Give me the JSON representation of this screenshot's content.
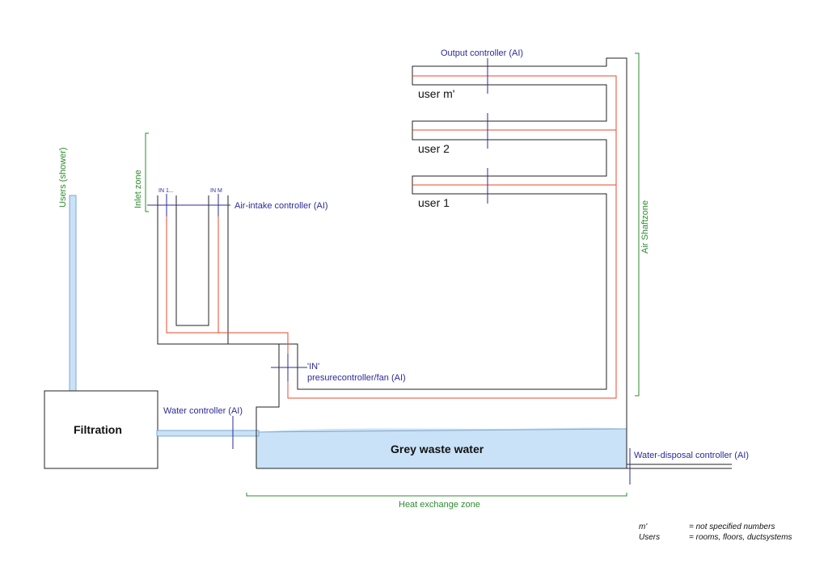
{
  "colors": {
    "line": "#222222",
    "air_red": "#e8482c",
    "controller_blue": "#2b2b9a",
    "zone_green": "#2e8b2e",
    "water_fill": "#c9e2f7",
    "water_stroke": "#7fa8cc"
  },
  "labels": {
    "output_controller": "Output controller  (AI)",
    "user_m": "user m'",
    "user_2": "user 2",
    "user_1": "user 1",
    "users_shower": "Users (shower)",
    "inlet_zone": "Inlet zone",
    "in_1": "IN 1...",
    "in_m": "IN M",
    "air_intake_controller": "Air-intake controller  (AI)",
    "air_shaftzone": "Air Shaftzone",
    "in_quote": "'IN'",
    "pressure_controller": "presurecontroller/fan   (AI)",
    "water_controller": "Water controller  (AI)",
    "filtration": "Filtration",
    "grey_waste_water": "Grey waste water",
    "water_disposal_controller": "Water-disposal controller  (AI)",
    "heat_exchange_zone": "Heat exchange zone"
  },
  "legend": [
    {
      "term": "m'",
      "definition": "= not specified numbers"
    },
    {
      "term": "Users",
      "definition": "= rooms, floors, ductsystems"
    }
  ]
}
